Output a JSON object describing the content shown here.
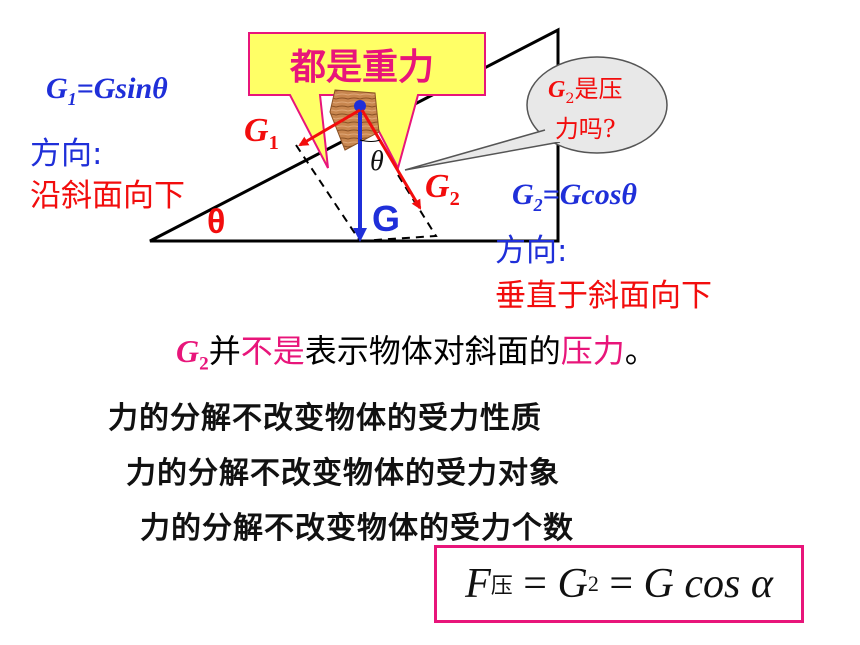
{
  "callout": {
    "text": "都是重力"
  },
  "bubble": {
    "line1_sub": "2",
    "line1_rest": "是压",
    "line2": "力吗?",
    "line1_letter": "G"
  },
  "labels": {
    "g1_letter": "G",
    "g1_sub": "1",
    "g2_letter": "G",
    "g2_sub": "2",
    "g_letter": "G",
    "theta_incline": "θ",
    "theta_angle": "θ"
  },
  "left_formula": {
    "lhs": "G",
    "sub": "1",
    "rhs": "=Gsinθ"
  },
  "left_direction": {
    "label": "方向:",
    "value": "沿斜面向下"
  },
  "right_formula": {
    "lhs": "G",
    "sub": "2",
    "rhs": "=Gcosθ"
  },
  "right_direction": {
    "label": "方向:",
    "value": "垂直于斜面向下"
  },
  "conclusion": {
    "g2": "G",
    "g2_sub": "2",
    "part1": "并",
    "part2": "不是",
    "part3": "表示物体对斜面的",
    "part4": "压力",
    "part5": "。"
  },
  "rules": [
    "力的分解不改变物体的受力性质",
    "力的分解不改变物体的受力对象",
    "力的分解不改变物体的受力个数"
  ],
  "final_formula": {
    "F": "F",
    "F_sub": "压",
    "eq1": " = ",
    "G2": "G",
    "G2_sub": "2",
    "eq2": " = ",
    "rhs": "G cos α"
  },
  "colors": {
    "blue": "#1f2fd9",
    "red": "#f20d0d",
    "magenta": "#e8157a",
    "callout_fill": "#ffff66",
    "block_wood": "#c8864f",
    "bubble_fill": "#e8e8e8"
  }
}
